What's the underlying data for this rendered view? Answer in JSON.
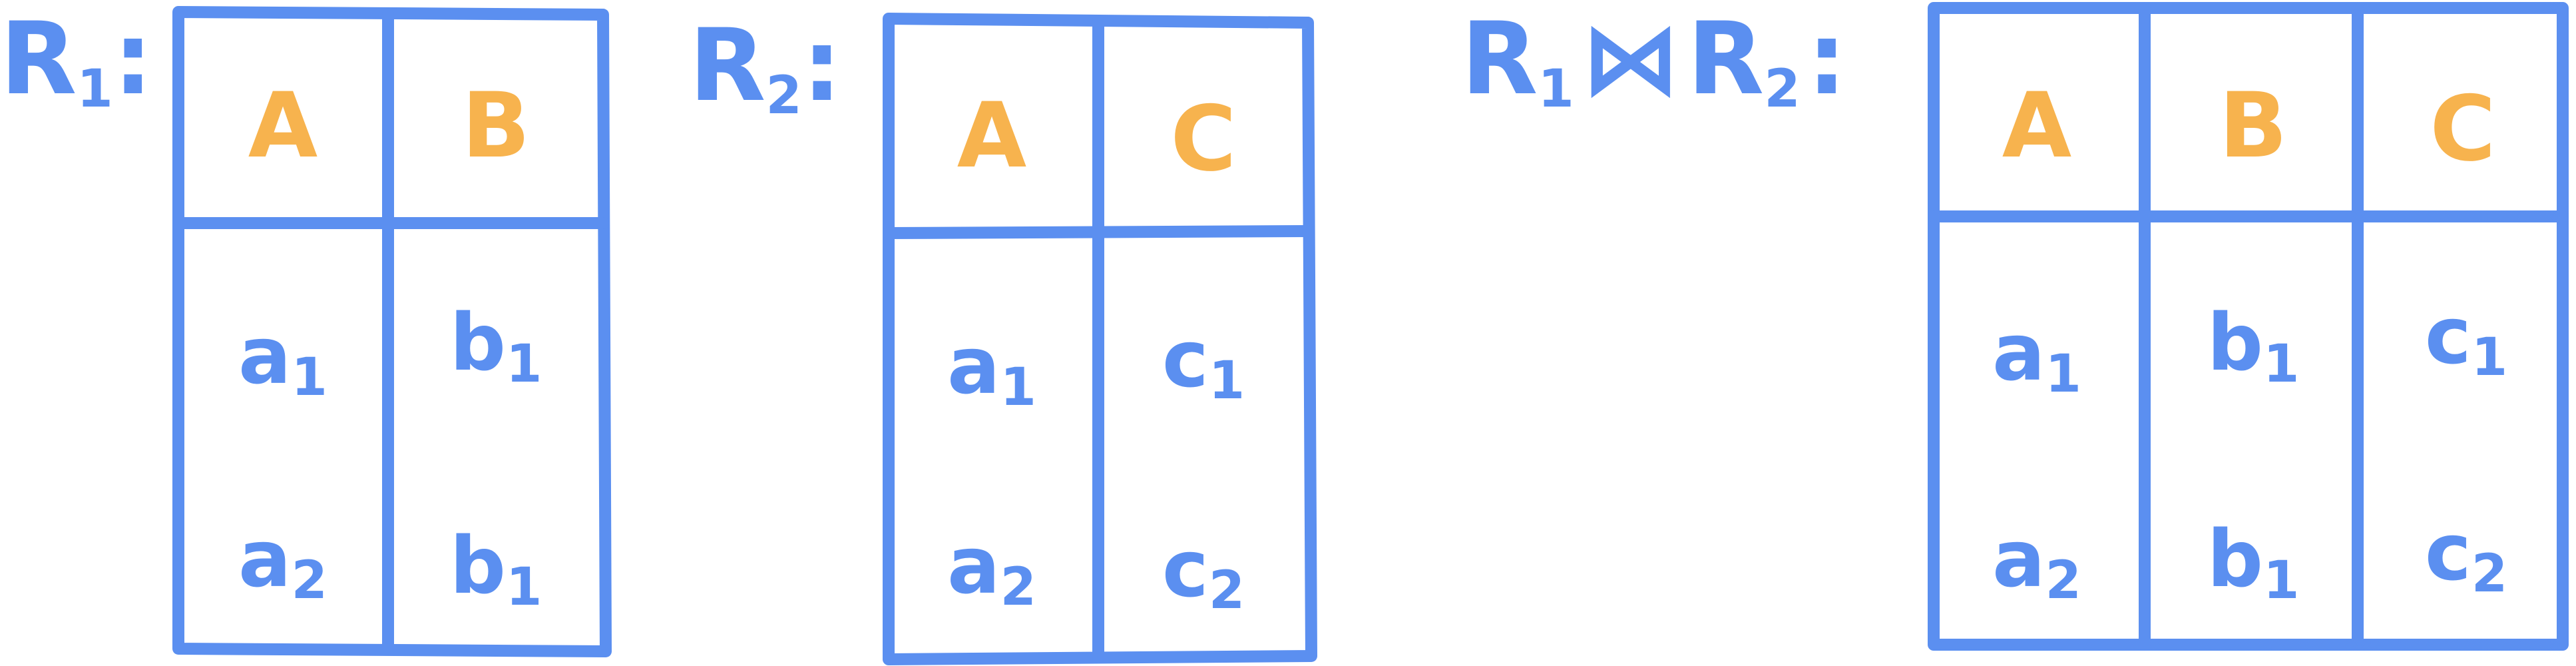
{
  "colors": {
    "line": "#5b8ff0",
    "header": "#f7b34e",
    "text": "#5b8ff0"
  },
  "relations": [
    {
      "id": "r1",
      "label": {
        "main": "R",
        "sub": "1",
        "suffix": ":"
      },
      "columns": [
        "A",
        "B"
      ],
      "rows": [
        [
          {
            "main": "a",
            "sub": "1"
          },
          {
            "main": "b",
            "sub": "1"
          }
        ],
        [
          {
            "main": "a",
            "sub": "2"
          },
          {
            "main": "b",
            "sub": "1"
          }
        ]
      ]
    },
    {
      "id": "r2",
      "label": {
        "main": "R",
        "sub": "2",
        "suffix": ":"
      },
      "columns": [
        "A",
        "C"
      ],
      "rows": [
        [
          {
            "main": "a",
            "sub": "1"
          },
          {
            "main": "c",
            "sub": "1"
          }
        ],
        [
          {
            "main": "a",
            "sub": "2"
          },
          {
            "main": "c",
            "sub": "2"
          }
        ]
      ]
    },
    {
      "id": "join",
      "label": {
        "main": "R",
        "sub": "1",
        "op": "⋈",
        "main2": "R",
        "sub2": "2",
        "suffix": ":"
      },
      "columns": [
        "A",
        "B",
        "C"
      ],
      "rows": [
        [
          {
            "main": "a",
            "sub": "1"
          },
          {
            "main": "b",
            "sub": "1"
          },
          {
            "main": "c",
            "sub": "1"
          }
        ],
        [
          {
            "main": "a",
            "sub": "2"
          },
          {
            "main": "b",
            "sub": "1"
          },
          {
            "main": "c",
            "sub": "2"
          }
        ]
      ]
    }
  ]
}
